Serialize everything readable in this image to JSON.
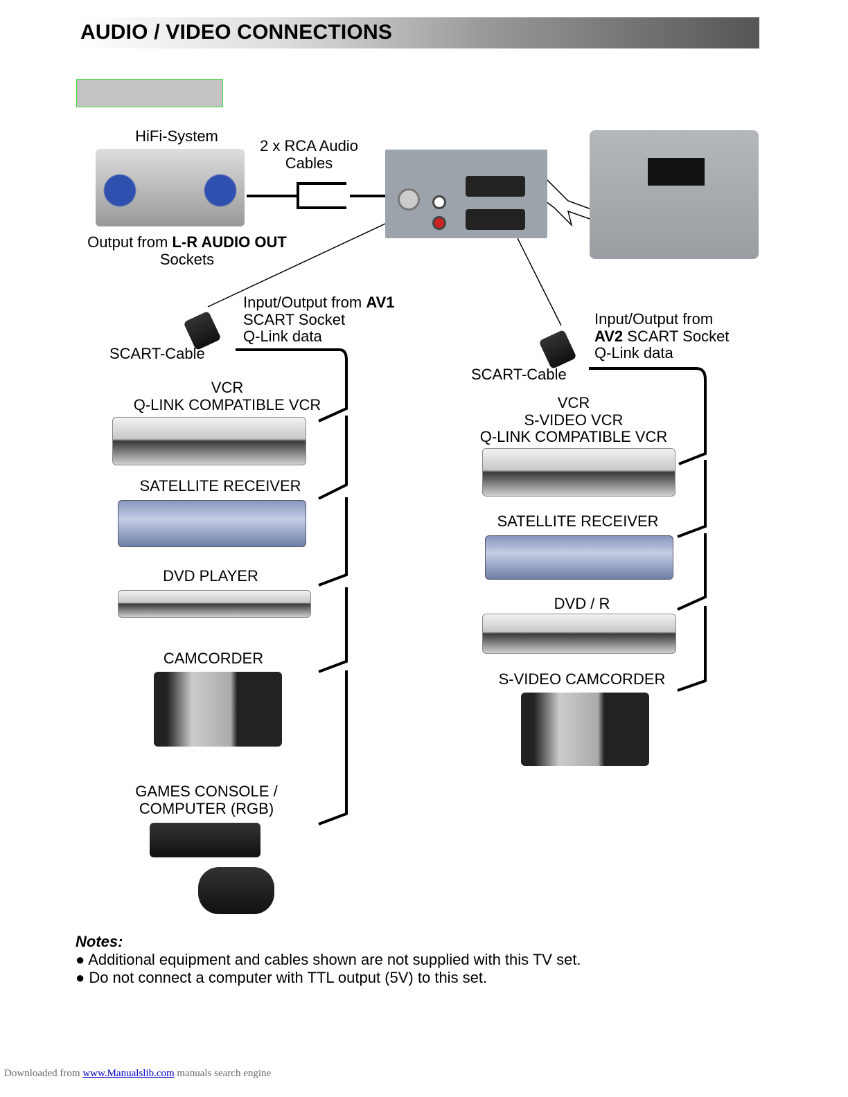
{
  "header": {
    "title": "AUDIO / VIDEO CONNECTIONS"
  },
  "hifi": {
    "title": "HiFi-System",
    "output_prefix": "Output from ",
    "output_bold": "L-R AUDIO OUT",
    "output_suffix": "Sockets"
  },
  "rca": {
    "line1": "2 x RCA Audio",
    "line2": "Cables"
  },
  "av1": {
    "prefix": "Input/Output from ",
    "bold": "AV1",
    "line2": "SCART Socket",
    "line3": "Q-Link data",
    "cable": "SCART-Cable"
  },
  "av2": {
    "line1": "Input/Output from",
    "bold": "AV2",
    "line2_suffix": " SCART Socket",
    "line3": "Q-Link data",
    "cable": "SCART-Cable"
  },
  "left_devices": [
    {
      "lines": [
        "VCR",
        "Q-LINK COMPATIBLE VCR"
      ]
    },
    {
      "lines": [
        "SATELLITE RECEIVER"
      ]
    },
    {
      "lines": [
        "DVD PLAYER"
      ]
    },
    {
      "lines": [
        "CAMCORDER"
      ]
    },
    {
      "lines": [
        "GAMES CONSOLE /",
        "COMPUTER (RGB)"
      ]
    }
  ],
  "right_devices": [
    {
      "lines": [
        "VCR",
        "S-VIDEO VCR",
        "Q-LINK COMPATIBLE VCR"
      ]
    },
    {
      "lines": [
        "SATELLITE RECEIVER"
      ]
    },
    {
      "lines": [
        "DVD / R"
      ]
    },
    {
      "lines": [
        "S-VIDEO CAMCORDER"
      ]
    }
  ],
  "notes": {
    "title": "Notes:",
    "items": [
      "Additional equipment and cables shown are not supplied with this TV set.",
      "Do not connect a computer with TTL output (5V) to this set."
    ]
  },
  "footer": {
    "prefix": "Downloaded from ",
    "link": "www.Manualslib.com",
    "suffix": " manuals search engine"
  },
  "colors": {
    "green_border": "#3ee03e",
    "box_fill": "#c3c3c3",
    "link": "#0000cc"
  }
}
